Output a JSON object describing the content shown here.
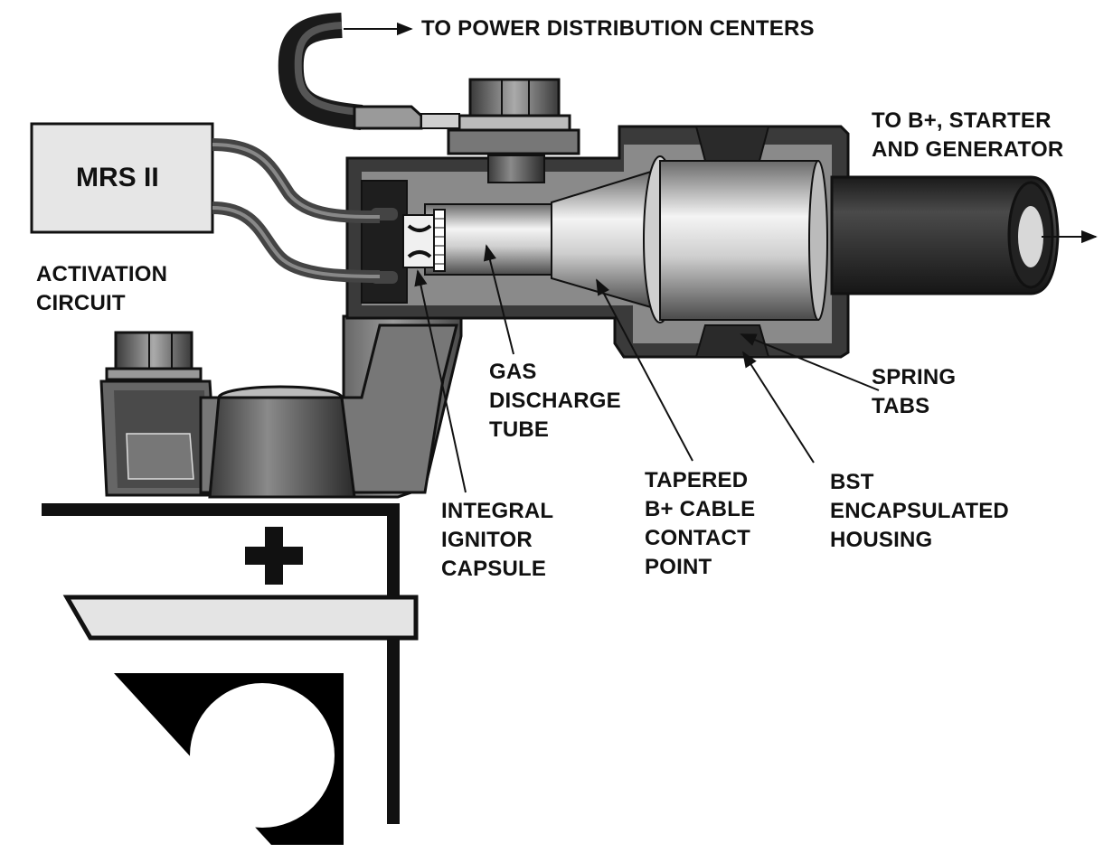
{
  "labels": {
    "power_dist": "TO POWER DISTRIBUTION CENTERS",
    "to_b_plus": [
      "TO B+, STARTER",
      "AND GENERATOR"
    ],
    "mrs": "MRS II",
    "activation": [
      "ACTIVATION",
      "CIRCUIT"
    ],
    "gas_tube": [
      "GAS",
      "DISCHARGE",
      "TUBE"
    ],
    "spring_tabs": [
      "SPRING",
      "TABS"
    ],
    "ignitor": [
      "INTEGRAL",
      "IGNITOR",
      "CAPSULE"
    ],
    "tapered": [
      "TAPERED",
      "B+ CABLE",
      "CONTACT",
      "POINT"
    ],
    "bst": [
      "BST",
      "ENCAPSULATED",
      "HOUSING"
    ]
  },
  "colors": {
    "ink": "#111111",
    "housing": "#333333",
    "metal_light": "#dcdcdc",
    "metal_dark": "#555555",
    "panel": "#e6e6e6"
  },
  "icons": {
    "plus": "plus-sign",
    "arrow": "arrow-right-icon"
  }
}
